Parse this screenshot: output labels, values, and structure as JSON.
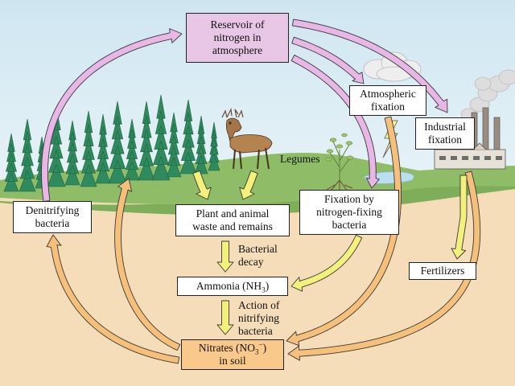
{
  "nodes": {
    "reservoir": [
      "Reservoir of",
      "nitrogen in",
      "atmosphere"
    ],
    "atmospheric_fixation": [
      "Atmospheric",
      "fixation"
    ],
    "industrial_fixation": [
      "Industrial",
      "fixation"
    ],
    "fixation_by_bacteria": [
      "Fixation by",
      "nitrogen-fixing",
      "bacteria"
    ],
    "plant_animal_waste": [
      "Plant and animal",
      "waste and remains"
    ],
    "ammonia": {
      "prefix": "Ammonia (NH",
      "sub": "3",
      "suffix": ")"
    },
    "nitrates": {
      "line1_prefix": "Nitrates (NO",
      "sub": "3",
      "sup": "−",
      "line1_suffix": ")",
      "line2": "in soil"
    },
    "denitrifying": [
      "Denitrifying",
      "bacteria"
    ],
    "fertilizers": "Fertilizers"
  },
  "labels": {
    "legumes": "Legumes",
    "bacterial_decay": [
      "Bacterial",
      "decay"
    ],
    "action_nitrifying": [
      "Action of",
      "nitrifying",
      "bacteria"
    ]
  },
  "colors": {
    "sky": "#d8ebf3",
    "soil": "#f4ddb8",
    "grass": "#7fae5a",
    "tree": "#2f8a5e",
    "pink_arrow": "#e8b7e6",
    "orange_arrow": "#f7c07a",
    "yellow_arrow": "#f4f07c",
    "pink_box": "#e8c6e6",
    "orange_box": "#f9c98b"
  },
  "icons": [
    "deer-icon",
    "legume-plant-icon",
    "lightning-icon",
    "cloud-icon",
    "factory-icon",
    "tree-icon"
  ]
}
